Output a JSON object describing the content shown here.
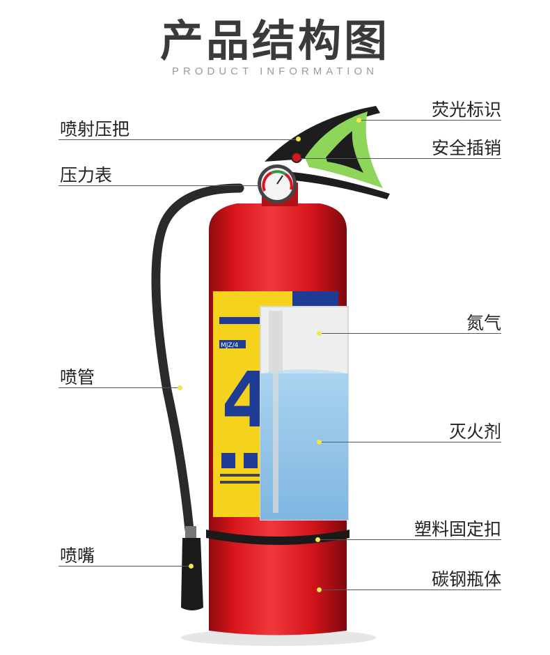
{
  "header": {
    "title": "产品结构图",
    "subtitle": "PRODUCT INFORMATION"
  },
  "labels_left": {
    "nozzle_handle": "喷射压把",
    "pressure_gauge": "压力表",
    "hose": "喷管",
    "nozzle": "喷嘴"
  },
  "labels_right": {
    "fluorescent_mark": "荧光标识",
    "safety_pin": "安全插销",
    "nitrogen": "氮气",
    "extinguishing_agent": "灭火剂",
    "plastic_clip": "塑料固定扣",
    "steel_body": "碳钢瓶体"
  },
  "product_label": {
    "model": "MJZ/4",
    "big_number": "4"
  },
  "colors": {
    "body_red": "#d8151c",
    "label_yellow": "#f5d31c",
    "label_blue": "#1e3c96",
    "agent_blue": "#8fc3e8",
    "handle_green": "#8ed65a",
    "hose_black": "#2a2a2a"
  }
}
